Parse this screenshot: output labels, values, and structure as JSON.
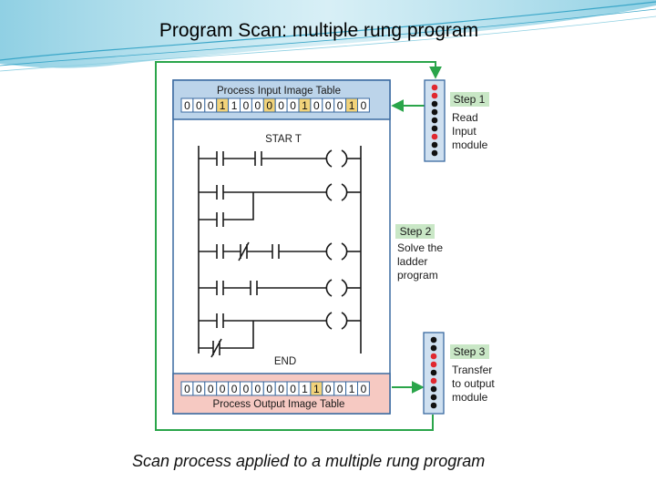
{
  "title": "Program Scan: multiple rung program",
  "caption": "Scan process applied to a multiple rung program",
  "input_table": {
    "label": "Process Input Image Table",
    "bits": [
      "0",
      "0",
      "0",
      "1",
      "1",
      "0",
      "0",
      "0",
      "0",
      "0",
      "1",
      "0",
      "0",
      "0",
      "1",
      "0"
    ],
    "highlight": [
      3,
      7,
      10,
      14
    ]
  },
  "output_table": {
    "label": "Process Output Image Table",
    "bits": [
      "0",
      "0",
      "0",
      "0",
      "0",
      "0",
      "0",
      "0",
      "0",
      "0",
      "1",
      "1",
      "0",
      "0",
      "1",
      "0"
    ],
    "highlight": [
      11
    ]
  },
  "ladder": {
    "start_label": "STAR T",
    "end_label": "END"
  },
  "steps": [
    {
      "title": "Step 1",
      "lines": [
        "Read",
        "Input",
        "module"
      ]
    },
    {
      "title": "Step 2",
      "lines": [
        "Solve the",
        "ladder",
        "program"
      ]
    },
    {
      "title": "Step 3",
      "lines": [
        "Transfer",
        "to output",
        "module"
      ]
    }
  ],
  "modules": {
    "input_dots": [
      "red",
      "red",
      "black",
      "black",
      "black",
      "black",
      "red",
      "black",
      "black"
    ],
    "output_dots": [
      "black",
      "black",
      "red",
      "red",
      "black",
      "red",
      "black",
      "black",
      "black"
    ]
  },
  "colors": {
    "flow_line": "#2aa54a",
    "table_fill": "#bcd4ea",
    "output_fill": "#f6c9c2",
    "highlight_bit": "#f2d37a",
    "step_title_fill": "#c9e7c6",
    "module_fill": "#cfe0f0",
    "dot_red": "#e02830",
    "dot_black": "#111111"
  }
}
